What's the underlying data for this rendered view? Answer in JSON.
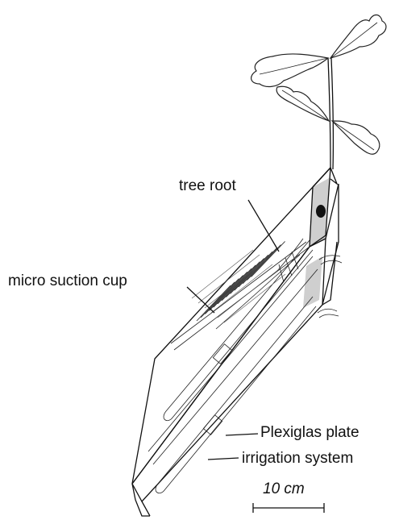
{
  "labels": {
    "tree_root": "tree root",
    "micro_suction_cup": "micro suction cup",
    "plexiglas_plate": "Plexiglas plate",
    "irrigation_system": "irrigation system",
    "scale_bar": "10 cm"
  },
  "colors": {
    "line": "#111111",
    "shading": "#cfcfcf"
  }
}
